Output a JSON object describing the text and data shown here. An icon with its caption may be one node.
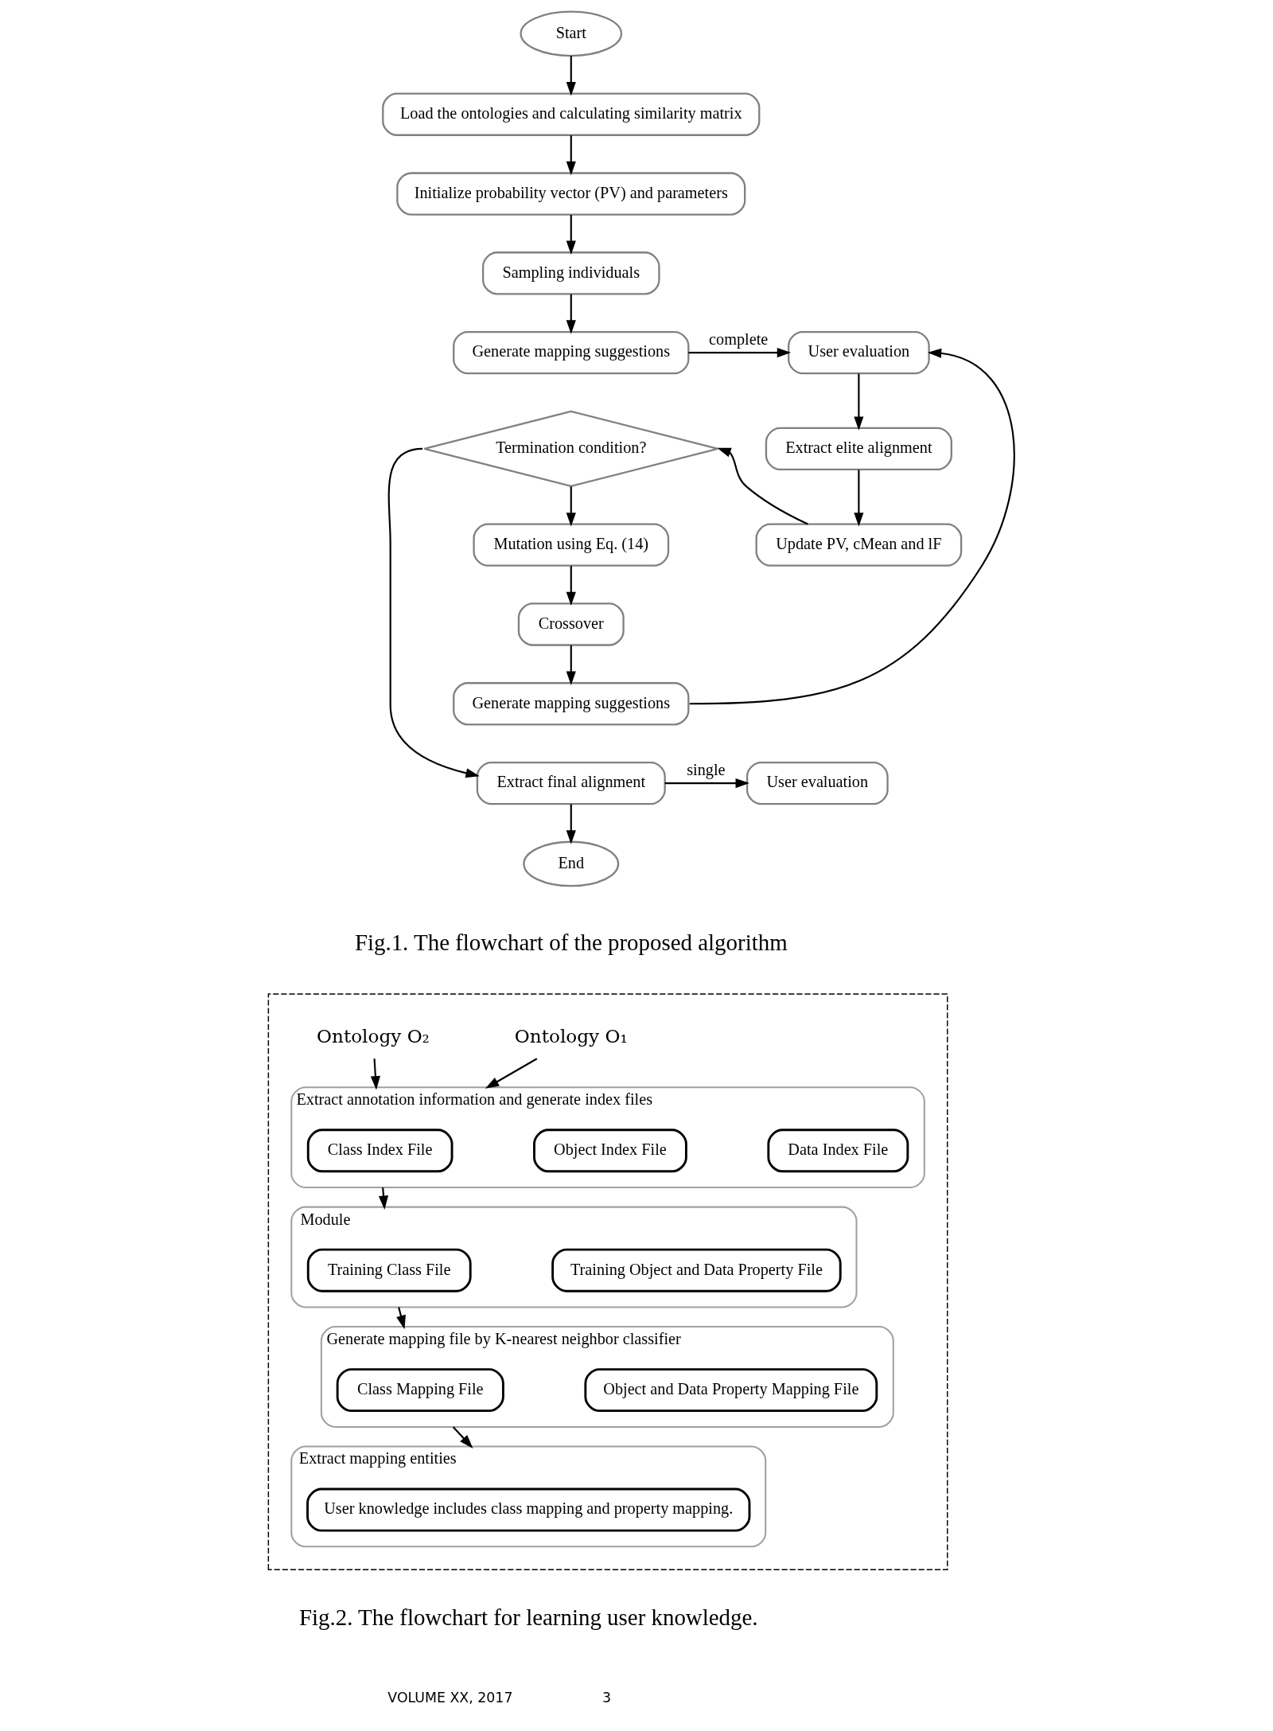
{
  "diagram": {
    "nodes": [
      {
        "text": [
          "Start"
        ]
      },
      {
        "text": [
          "Load the ontologies and calculating similarity matrix"
        ]
      },
      {
        "text": [
          "Initialize probability vector (PV) and parameters"
        ]
      },
      {
        "text": [
          "Sampling individuals"
        ]
      },
      {
        "text": [
          "Generate mapping suggestions"
        ]
      },
      {
        "text": [
          "User evaluation"
        ]
      },
      {
        "text": [
          "Termination condition?"
        ]
      },
      {
        "text": [
          "Extract elite alignment"
        ]
      },
      {
        "text": [
          "Update PV, cMean and lF"
        ]
      },
      {
        "text": [
          "Mutation using Eq. (14)"
        ]
      },
      {
        "text": [
          "Crossover"
        ]
      },
      {
        "text": [
          "Generate mapping suggestions"
        ]
      },
      {
        "text": [
          "Extract final alignment"
        ]
      },
      {
        "text": [
          "User evaluation"
        ]
      },
      {
        "text": [
          "End"
        ]
      },
      {
        "text": [],
        "shape": "box"
      },
      {
        "text": [
          "Ontology O₁"
        ],
        "in": 15
      },
      {
        "text": [
          "Ontology O₂"
        ],
        "in": 15
      },
      {
        "text": [
          "Extract annotation information and generate index files"
        ],
        "in": 15
      },
      {
        "text": [
          "Class Index File"
        ],
        "in": 18
      },
      {
        "text": [
          "Object Index File"
        ],
        "in": 18
      },
      {
        "text": [
          "Data Index File"
        ],
        "in": 18
      },
      {
        "text": [
          "Module"
        ],
        "in": 15
      },
      {
        "text": [
          "Training Class File"
        ],
        "in": 22
      },
      {
        "text": [
          "Training Object and Data Property File"
        ],
        "in": 22
      },
      {
        "text": [
          "Generate mapping file by K-nearest neighbor classifier"
        ],
        "in": 15
      },
      {
        "text": [
          "Class Mapping File"
        ],
        "in": 25
      },
      {
        "text": [
          "Object and Data Property Mapping File"
        ],
        "in": 25
      },
      {
        "text": [
          "Extract mapping entities"
        ],
        "in": 15
      },
      {
        "text": [
          "User knowledge includes class mapping and property mapping."
        ],
        "in": 28
      }
    ],
    "edges": [
      {
        "from": 0,
        "to": 1,
        "arrow": "to"
      },
      {
        "from": 1,
        "to": 2,
        "arrow": "to"
      },
      {
        "from": 2,
        "to": 3,
        "arrow": "to"
      },
      {
        "from": 3,
        "to": 4,
        "arrow": "to"
      },
      {
        "from": 4,
        "to": 5,
        "arrow": "to",
        "label": "complete"
      },
      {
        "from": 5,
        "to": 7,
        "arrow": "to"
      },
      {
        "from": 7,
        "to": 8,
        "arrow": "to"
      },
      {
        "from": 8,
        "to": 6,
        "arrow": "to"
      },
      {
        "from": 6,
        "to": 9,
        "arrow": "to"
      },
      {
        "from": 9,
        "to": 10,
        "arrow": "to"
      },
      {
        "from": 10,
        "to": 11,
        "arrow": "to"
      },
      {
        "from": 11,
        "to": 5,
        "arrow": "to"
      },
      {
        "from": 6,
        "to": 12,
        "arrow": "to"
      },
      {
        "from": 12,
        "to": 13,
        "arrow": "to",
        "label": "single"
      },
      {
        "from": 12,
        "to": 14,
        "arrow": "to"
      },
      {
        "from": 16,
        "to": 18,
        "arrow": "to"
      },
      {
        "from": 17,
        "to": 18,
        "arrow": "to"
      },
      {
        "from": 18,
        "to": 22,
        "arrow": "to"
      },
      {
        "from": 22,
        "to": 25,
        "arrow": "to"
      },
      {
        "from": 25,
        "to": 28,
        "arrow": "to"
      }
    ],
    "labels": [
      "Fig.1. The flowchart of the proposed algorithm",
      "Fig.2. The flowchart for learning user knowledge.",
      "VOLUME XX, 2017",
      "3"
    ]
  }
}
